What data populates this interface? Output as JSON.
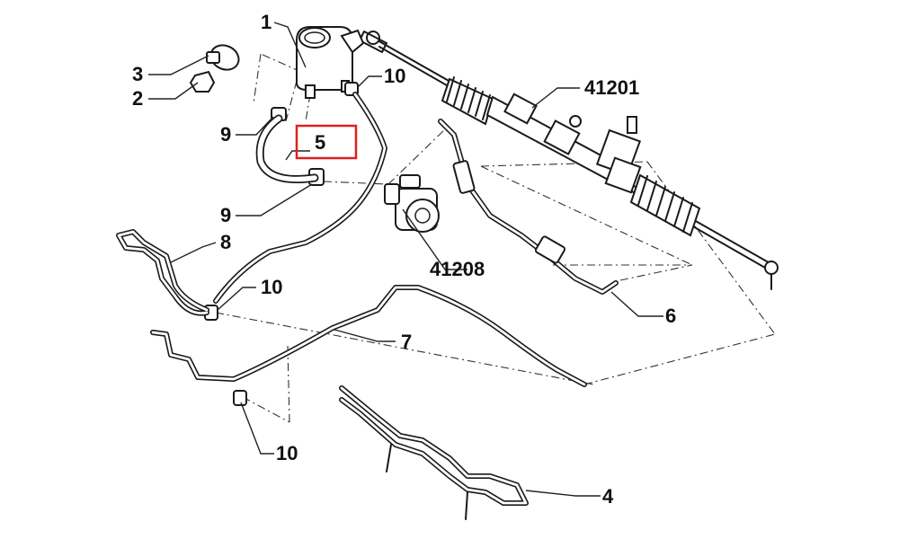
{
  "callouts": {
    "c1": "1",
    "c2": "2",
    "c3": "3",
    "c4": "4",
    "c5": "5",
    "c6": "6",
    "c7": "7",
    "c8": "8",
    "c9a": "9",
    "c9b": "9",
    "c10a": "10",
    "c10b": "10",
    "c10c": "10",
    "c41201": "41201",
    "c41208": "41208"
  },
  "highlight": {
    "part": "5",
    "color": "#e02020"
  }
}
